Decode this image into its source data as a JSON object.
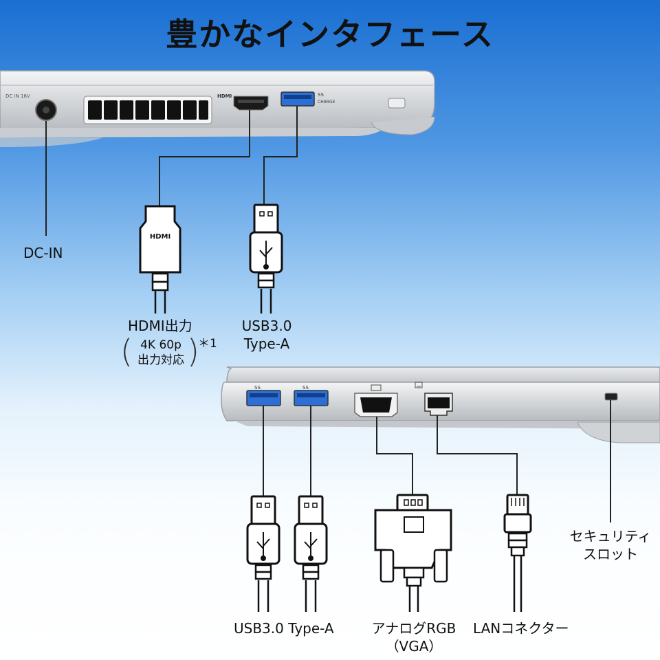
{
  "title": "豊かなインタフェース",
  "top_panel": {
    "dcin_marking": "DC IN 16V",
    "hdmi_marking": "HDMI",
    "usb_marking_ss": "SS",
    "usb_marking_charge": "CHARGE"
  },
  "connector_logos": {
    "hdmi": "HDMI"
  },
  "labels": {
    "dc_in": "DC-IN",
    "hdmi_title": "HDMI出力",
    "hdmi_sub1": "4K 60p",
    "hdmi_sub2": "出力対応",
    "hdmi_note": "＊1",
    "usb_top_line1": "USB3.0",
    "usb_top_line2": "Type-A",
    "security_line1": "セキュリティ",
    "security_line2": "スロット",
    "usb_bottom": "USB3.0 Type-A",
    "vga_line1": "アナログRGB",
    "vga_line2": "（VGA）",
    "lan": "LANコネクター"
  },
  "bottom_panel": {
    "usb_marking_ss": "SS"
  },
  "colors": {
    "background_top": "#1a6fd2",
    "background_bottom": "#ffffff",
    "usb_port": "#2c6fd6",
    "laptop_silver": "#d9dcdf",
    "line": "#222222"
  }
}
